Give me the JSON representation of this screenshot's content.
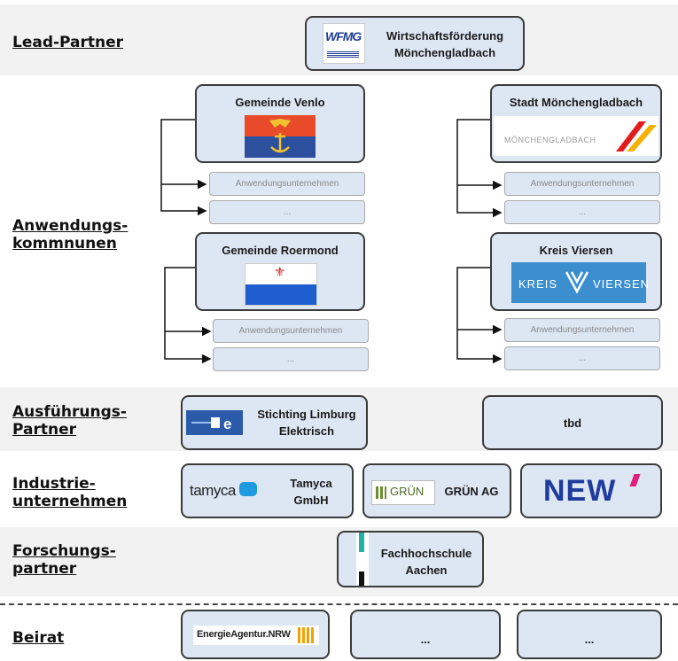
{
  "sections": {
    "lead": "Lead-Partner",
    "anw1": "Anwendungs-",
    "anw2": "kommnunen",
    "aus1": "Ausführungs-",
    "aus2": "Partner",
    "ind1": "Industrie-",
    "ind2": "unternehmen",
    "for1": "Forschungs-",
    "for2": "partner",
    "beirat": "Beirat"
  },
  "lead_partner": {
    "logo_text": "WFMG",
    "line1": "Wirtschaftsförderung",
    "line2": "Mönchengladbach"
  },
  "kommunen": {
    "venlo": "Gemeinde Venlo",
    "mg": "Stadt Mönchengladbach",
    "mg_logo": "MÖNCHENGLADBACH",
    "roermond": "Gemeinde Roermond",
    "viersen": "Kreis Viersen",
    "viersen_logo_left": "KREIS",
    "viersen_logo_right": "VIERSEN",
    "sub_company": "Anwendungsunternehmen",
    "sub_more": "..."
  },
  "ausfuehrung": {
    "stichting1": "Stichting Limburg",
    "stichting2": "Elektrisch",
    "tbd": "tbd"
  },
  "industrie": {
    "tamyca_logo": "tamyca",
    "tamyca1": "Tamyca",
    "tamyca2": "GmbH",
    "gruen_logo": "GRÜN",
    "gruen_name": "GRÜN AG",
    "new_logo": "NEW"
  },
  "forschung": {
    "fh1": "Fachhochschule",
    "fh2": "Aachen"
  },
  "beirat": {
    "energie_logo": "EnergieAgentur.NRW",
    "more1": "...",
    "more2": "..."
  },
  "colors": {
    "box_fill": "#dde6f3",
    "band_gray": "#f2f2f2",
    "venlo_flag_top": "#e84a2a",
    "venlo_flag_bottom": "#2c4f9e",
    "viersen_blue": "#3b8fcf",
    "new_blue": "#1f3b9c",
    "new_pink": "#e21d7a"
  }
}
